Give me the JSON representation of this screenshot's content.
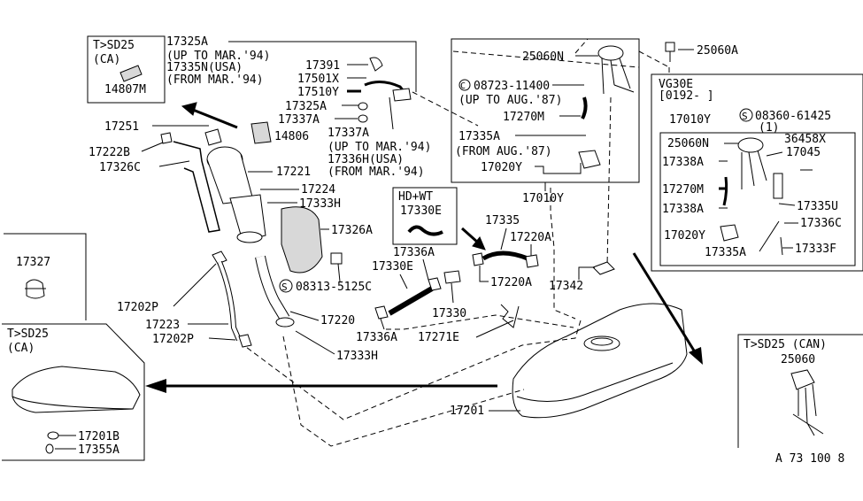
{
  "diagram": {
    "reference": "A 73 100 8",
    "parts": {
      "p17325A": "17325A",
      "up_to_mar_94_a": "(UP TO MAR.'94)",
      "p17335N_usa": "17335N(USA)",
      "from_mar_94_a": "(FROM MAR.'94)",
      "p17391": "17391",
      "p17501X": "17501X",
      "p17510Y": "17510Y",
      "p17325A_b": "17325A",
      "p17337A": "17337A",
      "p17251": "17251",
      "p17222B": "17222B",
      "p17326C": "17326C",
      "p14806": "14806",
      "p17221": "17221",
      "p17224": "17224",
      "p17337A_b": "17337A",
      "up_to_mar_94_b": "(UP TO MAR.'94)",
      "p17336H_usa": "17336H(USA)",
      "from_mar_94_b": "(FROM MAR.'94)",
      "p17333H": "17333H",
      "p17326A": "17326A",
      "p08313": "08313-5125C",
      "p17202P_a": "17202P",
      "p17223": "17223",
      "p17202P_b": "17202P",
      "p17220": "17220",
      "p17333H_b": "17333H",
      "hd_wt": "HD+WT",
      "p17330E": "17330E",
      "p17336A": "17336A",
      "p17330E_b": "17330E",
      "p17330": "17330",
      "p17336A_b": "17336A",
      "p17271E": "17271E",
      "p17335": "17335",
      "p17220A": "17220A",
      "p17220A_b": "17220A",
      "p17342": "17342",
      "p17201": "17201",
      "p25060N": "25060N",
      "p08723": "08723-11400",
      "up_to_aug_87": "(UP TO AUG.'87)",
      "p17270M": "17270M",
      "p17335A": "17335A",
      "from_aug_87": "(FROM AUG.'87)",
      "p17020Y": "17020Y",
      "p17010Y": "17010Y",
      "p25060A": "25060A",
      "vg30e": "VG30E",
      "vg_range": "[0192-    ]",
      "p17010Y_b": "17010Y",
      "p08360": "08360-61425",
      "qty1": "(1)",
      "p25060N_b": "25060N",
      "p36458X": "36458X",
      "p17338A": "17338A",
      "p17045": "17045",
      "p17270M_b": "17270M",
      "p17335U": "17335U",
      "p17338A_b": "17338A",
      "p17336C": "17336C",
      "p17020Y_b": "17020Y",
      "p17335A_b": "17335A",
      "p17333F": "17333F",
      "sd25_ca_top": "T>SD25",
      "ca_top": "(CA)",
      "p14807M": "14807M",
      "p17327": "17327",
      "sd25_ca_bot": "T>SD25",
      "ca_bot": "(CA)",
      "p17201B": "17201B",
      "p17355A": "17355A",
      "sd25_can": "T>SD25 (CAN)",
      "p25060": "25060",
      "circ_c": "C",
      "circ_s1": "S",
      "circ_s2": "S"
    }
  }
}
